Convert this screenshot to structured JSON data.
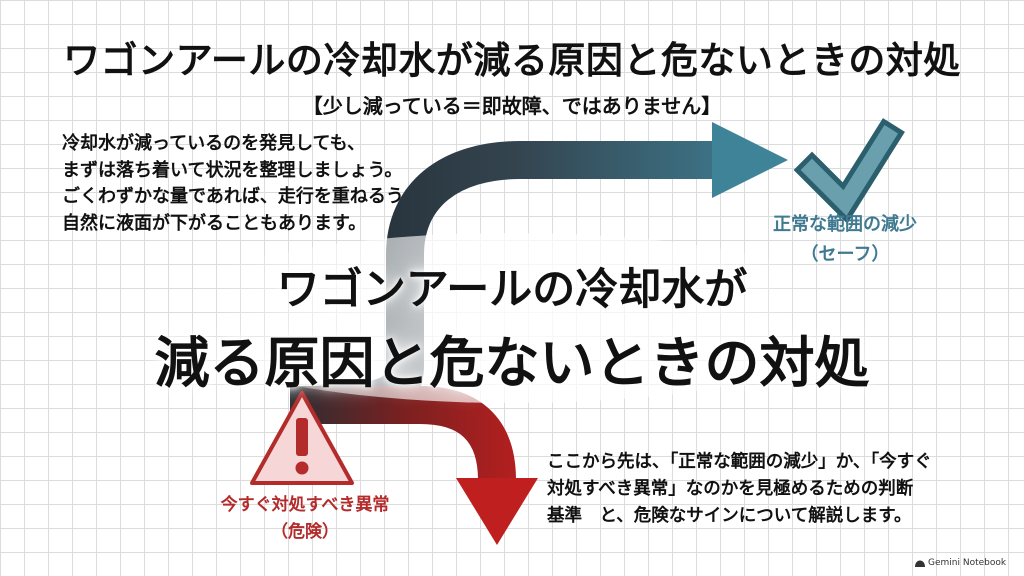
{
  "title": "ワゴンアールの冷却水が減る原因と危ないときの対処",
  "subtitle": "【少し減っている＝即故障、ではありません】",
  "intro_lines": [
    "冷却水が減っているのを発見しても、",
    "まずは落ち着いて状況を整理しましょう。",
    "ごくわずかな量であれば、走行を重ねるうちに",
    "自然に液面が下がることもあります。"
  ],
  "center_line1": "ワゴンアールの冷却水が",
  "center_line2": "減る原因と危ないときの対処",
  "safe": {
    "label_line1": "正常な範囲の減少",
    "label_line2": "（セーフ）",
    "icon": "checkmark-icon",
    "color": "#3f7a91"
  },
  "danger": {
    "label_line1": "今すぐ対処すべき異常",
    "label_line2": "（危険）",
    "icon": "warning-triangle-icon",
    "color": "#b42b2b"
  },
  "outro_lines": [
    "ここから先は、「正常な範囲の減少」か、「今すぐ",
    "対処すべき異常」なのかを見極めるための判断",
    "基準　と、危険なサインについて解説します。"
  ],
  "brand": "Gemini Notebook"
}
